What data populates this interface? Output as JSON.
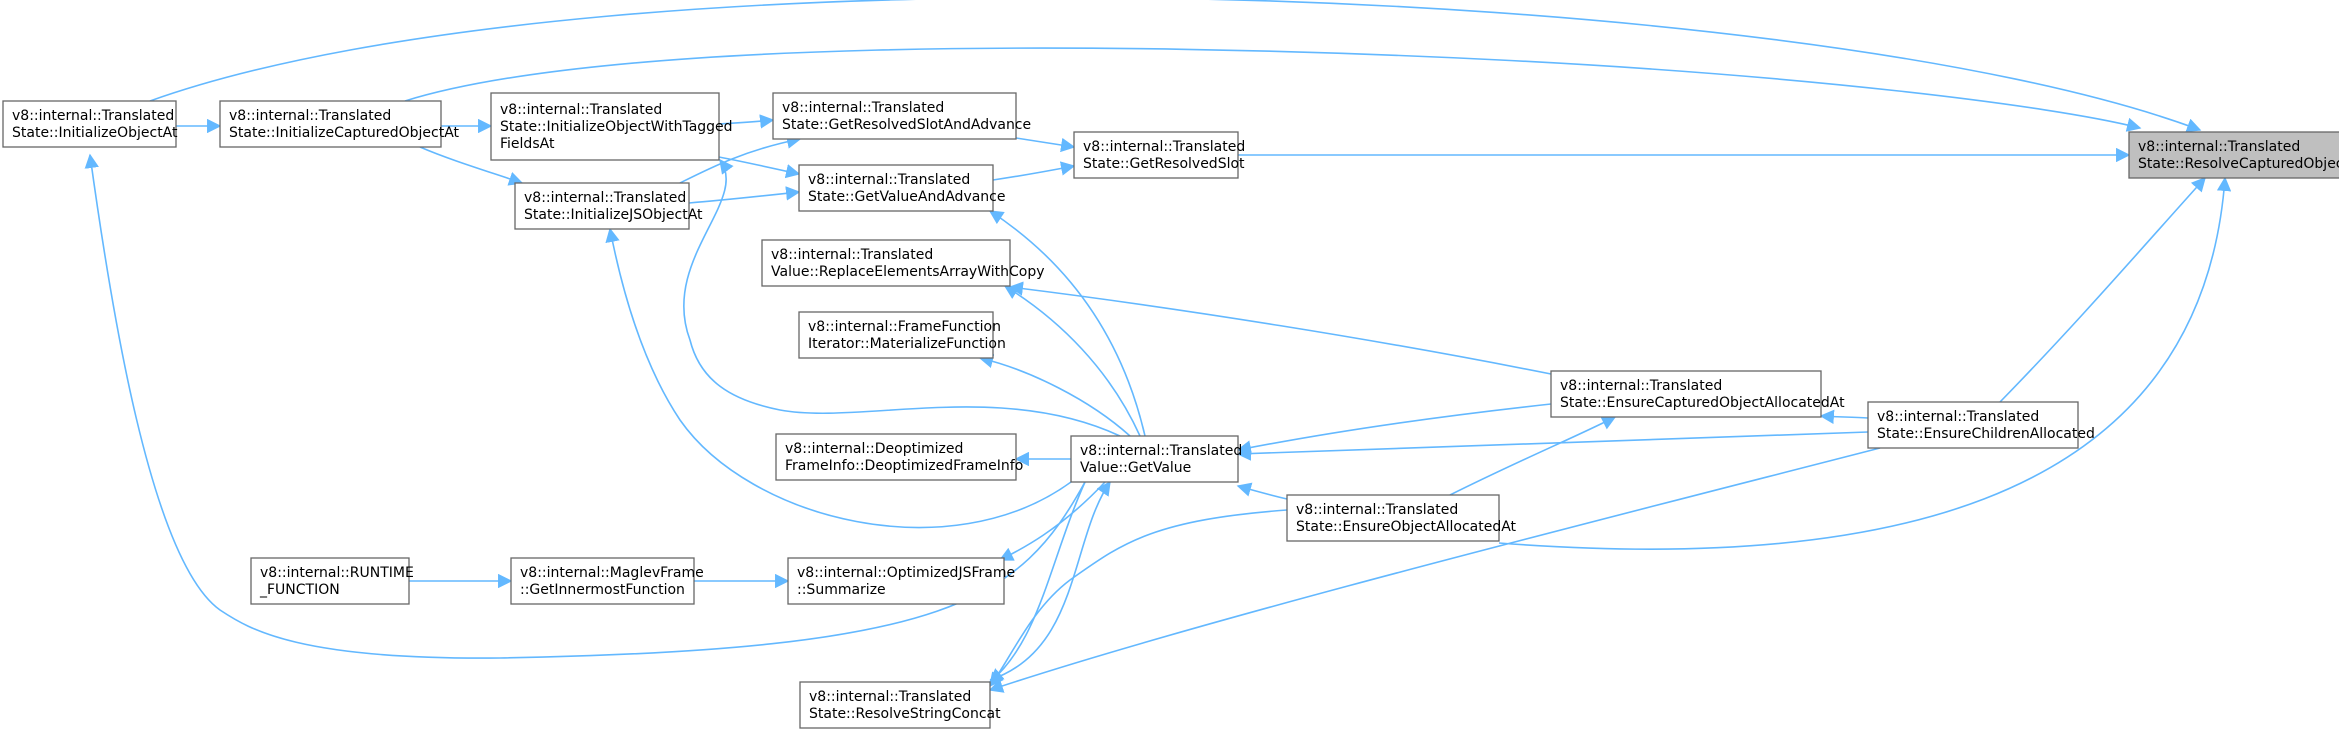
{
  "graph": {
    "edge_color": "#63b8ff",
    "node_border": "#666666",
    "node_fill": "#ffffff",
    "highlight_fill": "#bfbfbf",
    "nodes": [
      {
        "id": "resolve",
        "lines": [
          "v8::internal::Translated",
          "State::ResolveCapturedObject"
        ],
        "highlight": true
      },
      {
        "id": "getresolvedslot",
        "lines": [
          "v8::internal::Translated",
          "State::GetResolvedSlot"
        ]
      },
      {
        "id": "getresolvedslotadv",
        "lines": [
          "v8::internal::Translated",
          "State::GetResolvedSlotAndAdvance"
        ]
      },
      {
        "id": "getvalueadv",
        "lines": [
          "v8::internal::Translated",
          "State::GetValueAndAdvance"
        ]
      },
      {
        "id": "initobjtagged",
        "lines": [
          "v8::internal::Translated",
          "State::InitializeObjectWithTagged",
          "FieldsAt"
        ]
      },
      {
        "id": "initjsobj",
        "lines": [
          "v8::internal::Translated",
          "State::InitializeJSObjectAt"
        ]
      },
      {
        "id": "initcaptured",
        "lines": [
          "v8::internal::Translated",
          "State::InitializeCapturedObjectAt"
        ]
      },
      {
        "id": "initobject",
        "lines": [
          "v8::internal::Translated",
          "State::InitializeObjectAt"
        ]
      },
      {
        "id": "replaceelements",
        "lines": [
          "v8::internal::Translated",
          "Value::ReplaceElementsArrayWithCopy"
        ]
      },
      {
        "id": "materialize",
        "lines": [
          "v8::internal::FrameFunction",
          "Iterator::MaterializeFunction"
        ]
      },
      {
        "id": "deoptinfo",
        "lines": [
          "v8::internal::Deoptimized",
          "FrameInfo::DeoptimizedFrameInfo"
        ]
      },
      {
        "id": "getvalue",
        "lines": [
          "v8::internal::Translated",
          "Value::GetValue"
        ]
      },
      {
        "id": "ensurecaptured",
        "lines": [
          "v8::internal::Translated",
          "State::EnsureCapturedObjectAllocatedAt"
        ]
      },
      {
        "id": "ensurechildren",
        "lines": [
          "v8::internal::Translated",
          "State::EnsureChildrenAllocated"
        ]
      },
      {
        "id": "ensureobject",
        "lines": [
          "v8::internal::Translated",
          "State::EnsureObjectAllocatedAt"
        ]
      },
      {
        "id": "runtime",
        "lines": [
          "v8::internal::RUNTIME",
          "_FUNCTION"
        ]
      },
      {
        "id": "maglev",
        "lines": [
          "v8::internal::MaglevFrame",
          "::GetInnermostFunction"
        ]
      },
      {
        "id": "summarize",
        "lines": [
          "v8::internal::OptimizedJSFrame",
          "::Summarize"
        ]
      },
      {
        "id": "stringconcat",
        "lines": [
          "v8::internal::Translated",
          "State::ResolveStringConcat"
        ]
      }
    ],
    "edges": [
      {
        "from": "getresolvedslot",
        "to": "resolve"
      },
      {
        "from": "getresolvedslotadv",
        "to": "getresolvedslot"
      },
      {
        "from": "getvalueadv",
        "to": "getresolvedslot"
      },
      {
        "from": "initcaptured",
        "to": "resolve"
      },
      {
        "from": "initobject",
        "to": "resolve"
      },
      {
        "from": "ensurechildren",
        "to": "resolve"
      },
      {
        "from": "ensureobject",
        "to": "resolve"
      },
      {
        "from": "initobjtagged",
        "to": "getresolvedslotadv"
      },
      {
        "from": "initjsobj",
        "to": "getresolvedslotadv"
      },
      {
        "from": "initobjtagged",
        "to": "getvalueadv"
      },
      {
        "from": "initjsobj",
        "to": "getvalueadv"
      },
      {
        "from": "initcaptured",
        "to": "initobjtagged"
      },
      {
        "from": "initcaptured",
        "to": "initjsobj"
      },
      {
        "from": "initobject",
        "to": "initcaptured"
      },
      {
        "from": "getvalue",
        "to": "initobject"
      },
      {
        "from": "getvalue",
        "to": "getvalueadv"
      },
      {
        "from": "getvalue",
        "to": "replaceelements"
      },
      {
        "from": "getvalue",
        "to": "materialize"
      },
      {
        "from": "getvalue",
        "to": "deoptinfo"
      },
      {
        "from": "getvalue",
        "to": "initobjtagged"
      },
      {
        "from": "getvalue",
        "to": "initjsobj"
      },
      {
        "from": "getvalue",
        "to": "summarize"
      },
      {
        "from": "getvalue",
        "to": "stringconcat"
      },
      {
        "from": "stringconcat",
        "to": "getvalue"
      },
      {
        "from": "ensurecaptured",
        "to": "getvalue"
      },
      {
        "from": "ensurechildren",
        "to": "getvalue"
      },
      {
        "from": "ensureobject",
        "to": "getvalue"
      },
      {
        "from": "ensurecaptured",
        "to": "replaceelements"
      },
      {
        "from": "ensurechildren",
        "to": "ensurecaptured"
      },
      {
        "from": "ensureobject",
        "to": "ensurecaptured"
      },
      {
        "from": "ensurechildren",
        "to": "stringconcat"
      },
      {
        "from": "ensureobject",
        "to": "stringconcat"
      },
      {
        "from": "maglev",
        "to": "summarize"
      },
      {
        "from": "runtime",
        "to": "maglev"
      }
    ]
  }
}
